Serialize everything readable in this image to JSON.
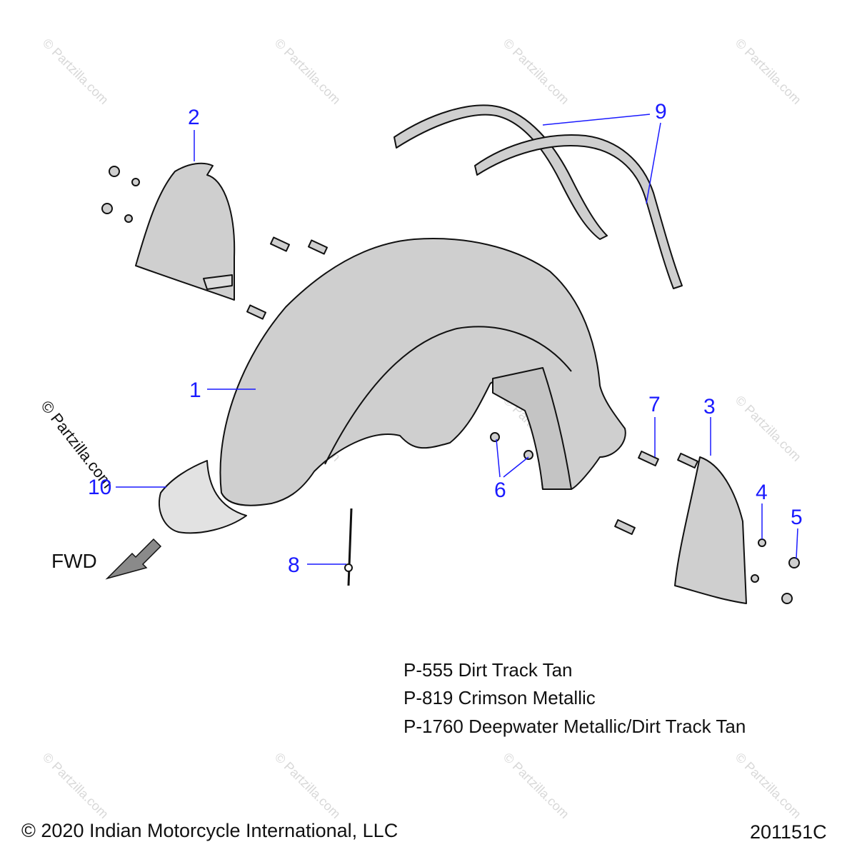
{
  "callouts": {
    "c1": "1",
    "c2": "2",
    "c3": "3",
    "c4": "4",
    "c5": "5",
    "c6": "6",
    "c7": "7",
    "c8": "8",
    "c9": "9",
    "c10": "10"
  },
  "fwd_label": "FWD",
  "color_notes": [
    "P-555 Dirt Track Tan",
    "P-819 Crimson Metallic",
    "P-1760 Deepwater Metallic/Dirt Track Tan"
  ],
  "copyright": "© 2020 Indian Motorcycle International, LLC",
  "diagram_code": "201151C",
  "watermark": "© Partzilla.com",
  "colors": {
    "callout": "#1a1aff",
    "part_fill": "#cfcfcf",
    "part_stroke": "#111111"
  }
}
